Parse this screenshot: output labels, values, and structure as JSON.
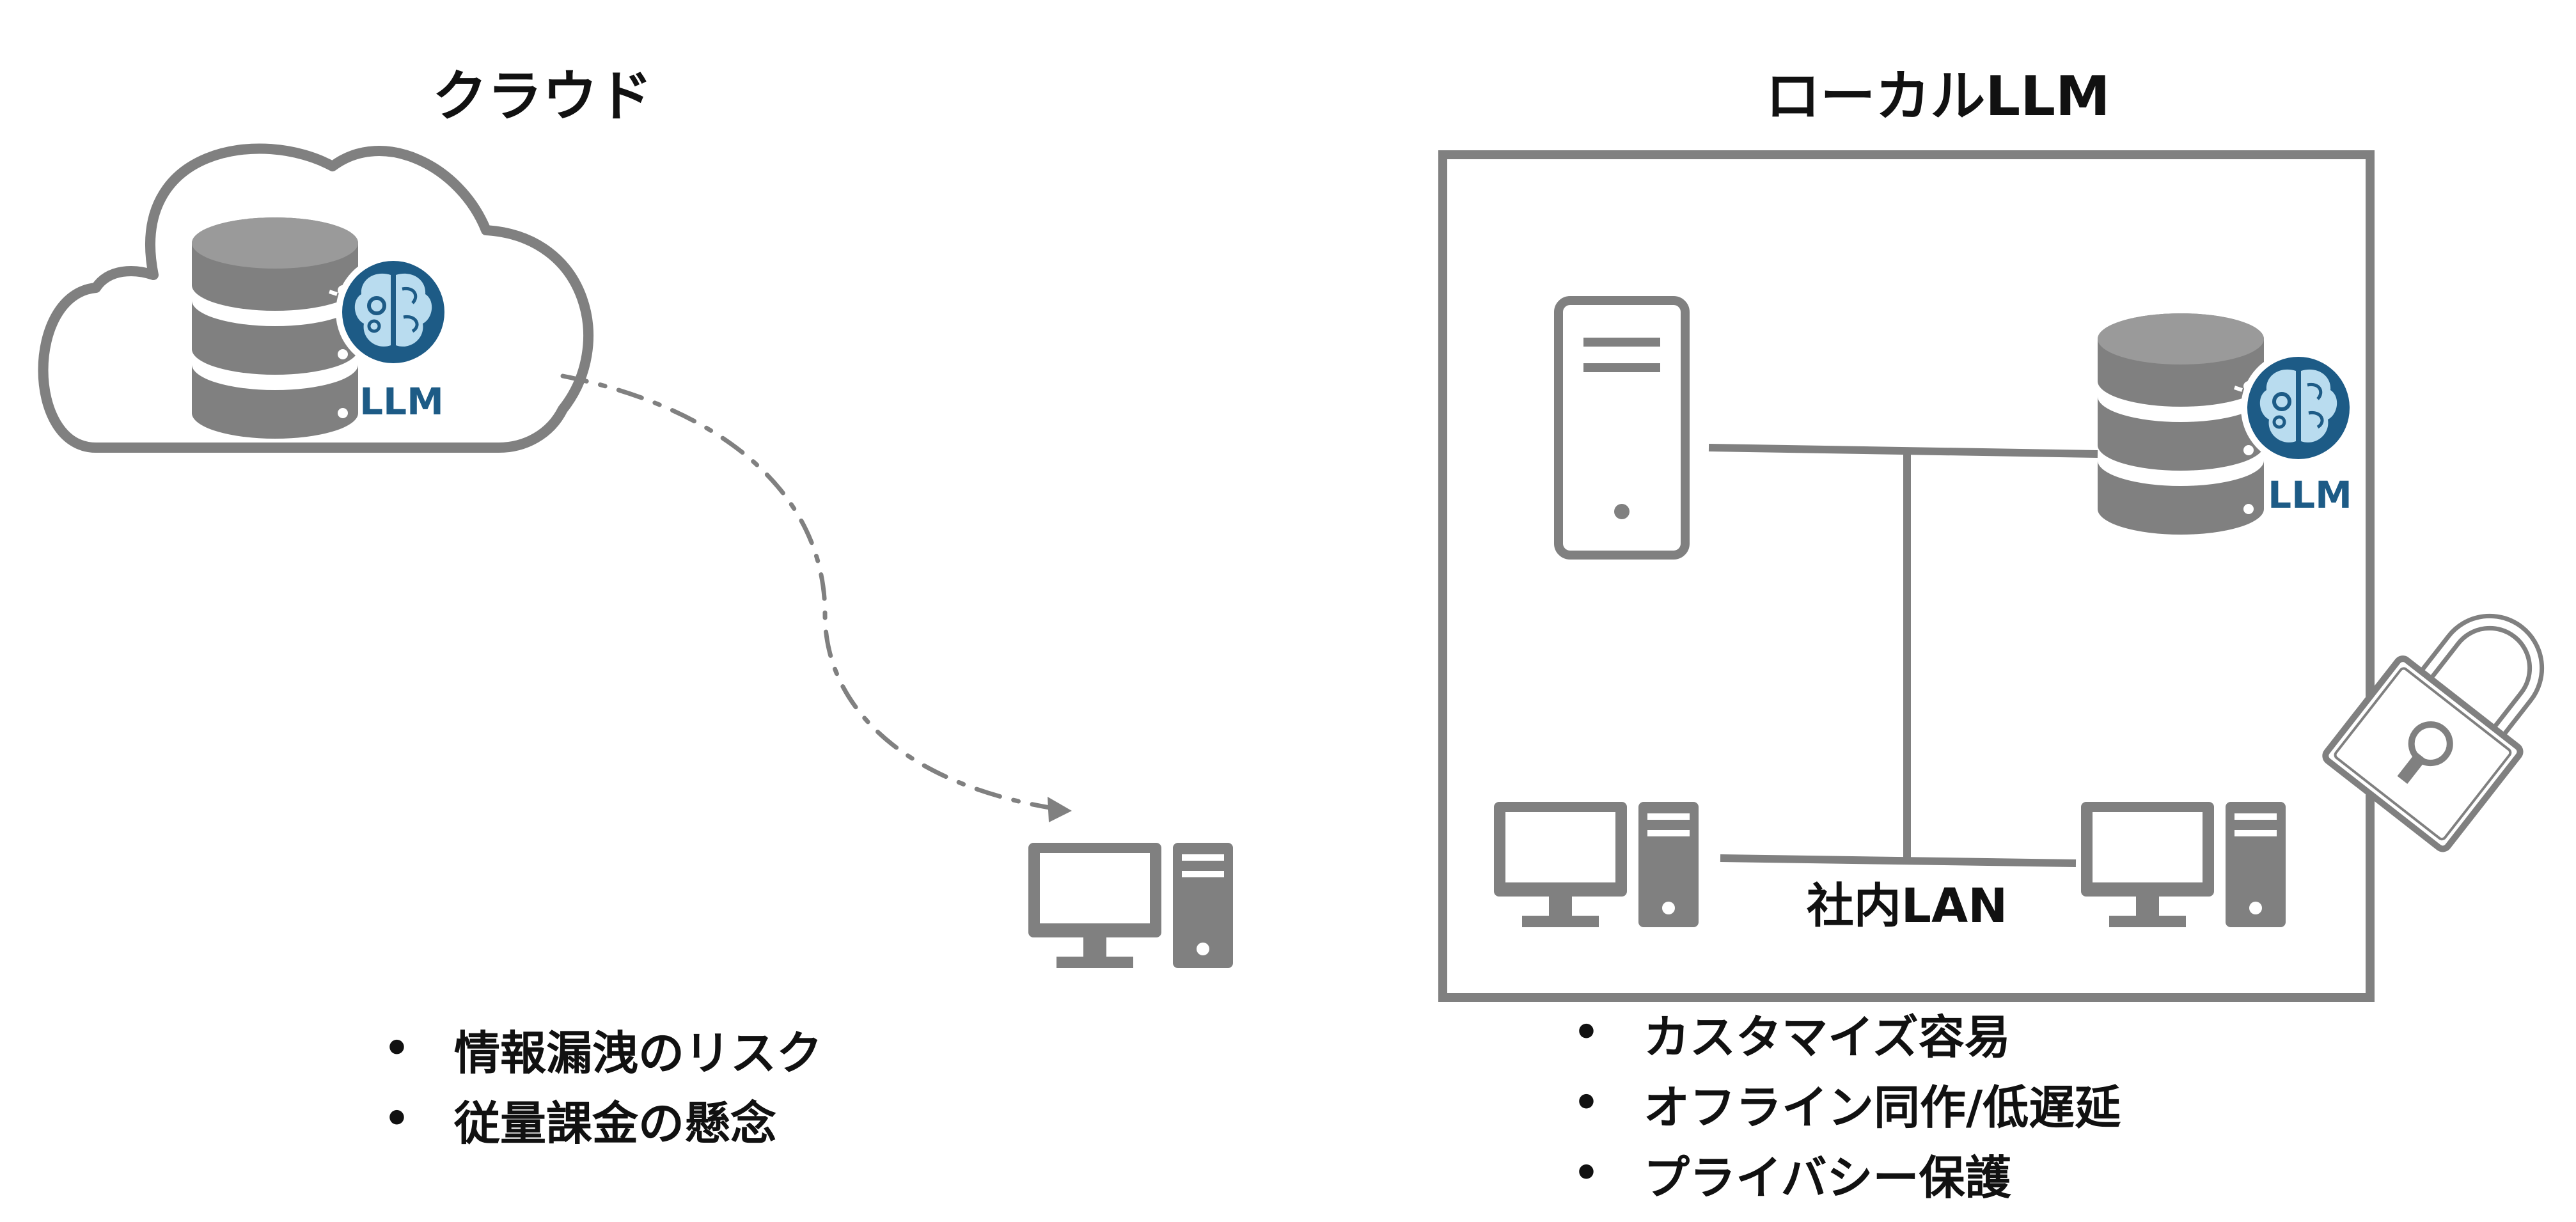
{
  "cloud": {
    "title": "クラウド",
    "llm_label": "LLM",
    "bullets": [
      "情報漏洩のリスク",
      "従量課金の懸念"
    ]
  },
  "local": {
    "title": "ローカルLLM",
    "llm_label": "LLM",
    "lan_label": "社内LAN",
    "bullets": [
      "カスタマイズ容易",
      "オフライン同作/低遅延",
      "プライバシー保護"
    ]
  },
  "icons": {
    "cloud": "cloud-icon",
    "database": "database-server-icon",
    "brain": "brain-gear-icon",
    "tower": "tower-server-icon",
    "desktop": "desktop-computer-icon",
    "lock": "padlock-icon"
  },
  "colors": {
    "gray": "#808080",
    "brain_dark": "#1d5b86",
    "brain_light": "#b9dcef",
    "text": "#111111"
  }
}
